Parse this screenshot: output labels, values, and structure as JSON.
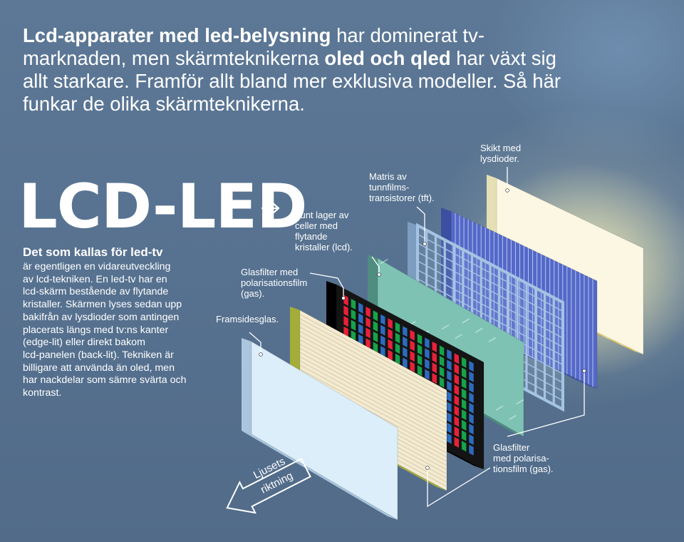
{
  "intro": {
    "part1_bold": "Lcd-apparater med led-belysning",
    "part2": " har dominerat tv-marknaden, men skärmteknikerna ",
    "part3_bold": "oled och qled",
    "part4": " har växt sig allt starkare. Framför allt bland mer exklusiva modeller. Så här funkar de olika skärmteknikerna."
  },
  "section": {
    "title": "LCD-LED",
    "paragraph_title": "Det som kallas för led-tv",
    "paragraph": "är egentligen en vidareutveckling\nav lcd-tekniken. En led-tv har en\nlcd-skärm bestående av flytande\nkristaller. Skärmen lyses sedan upp\nbakifrån av lysdioder som antingen\nplacerats längs med tv:ns kanter\n(edge-lit) eller direkt bakom\nlcd-panelen (back-lit). Tekniken är\nbilligare att använda än oled, men\nhar nackdelar som sämre svärta och\nkontrast."
  },
  "labels": {
    "led_layer": "Skikt med\nlysdioder.",
    "tft_matrix": "Matris av\ntunnfilms-\ntransistorer (tft).",
    "lc_cells": "Tunt lager av\nceller med\nflytande\nkristaller (lcd).",
    "polarizer_front": "Glasfilter med\npolarisationsfilm\n(gas).",
    "front_glass": "Framsidesglas.",
    "polarizer_rear": "Glasfilter\nmed polarisa-\ntionsfilm (gas)."
  },
  "direction": {
    "line1": "Ljusets",
    "line2": "riktning"
  },
  "colors": {
    "background": "#5b7592",
    "text": "#ffffff",
    "front_glass": "#dceefa",
    "polarizer": "#f3ead2",
    "polarizer_edge": "#b7c23e",
    "color_filter_frame": "#141414",
    "subpixel_red": "#e8213a",
    "subpixel_green": "#17a24a",
    "subpixel_blue": "#2d6bc0",
    "lc_layer": "#7ec2b4",
    "tft_grid": "#a5c3e2",
    "polarizer_blue": "#5468c8",
    "led_panel": "#fbf7e2",
    "led_glow": "#fff6b8"
  }
}
